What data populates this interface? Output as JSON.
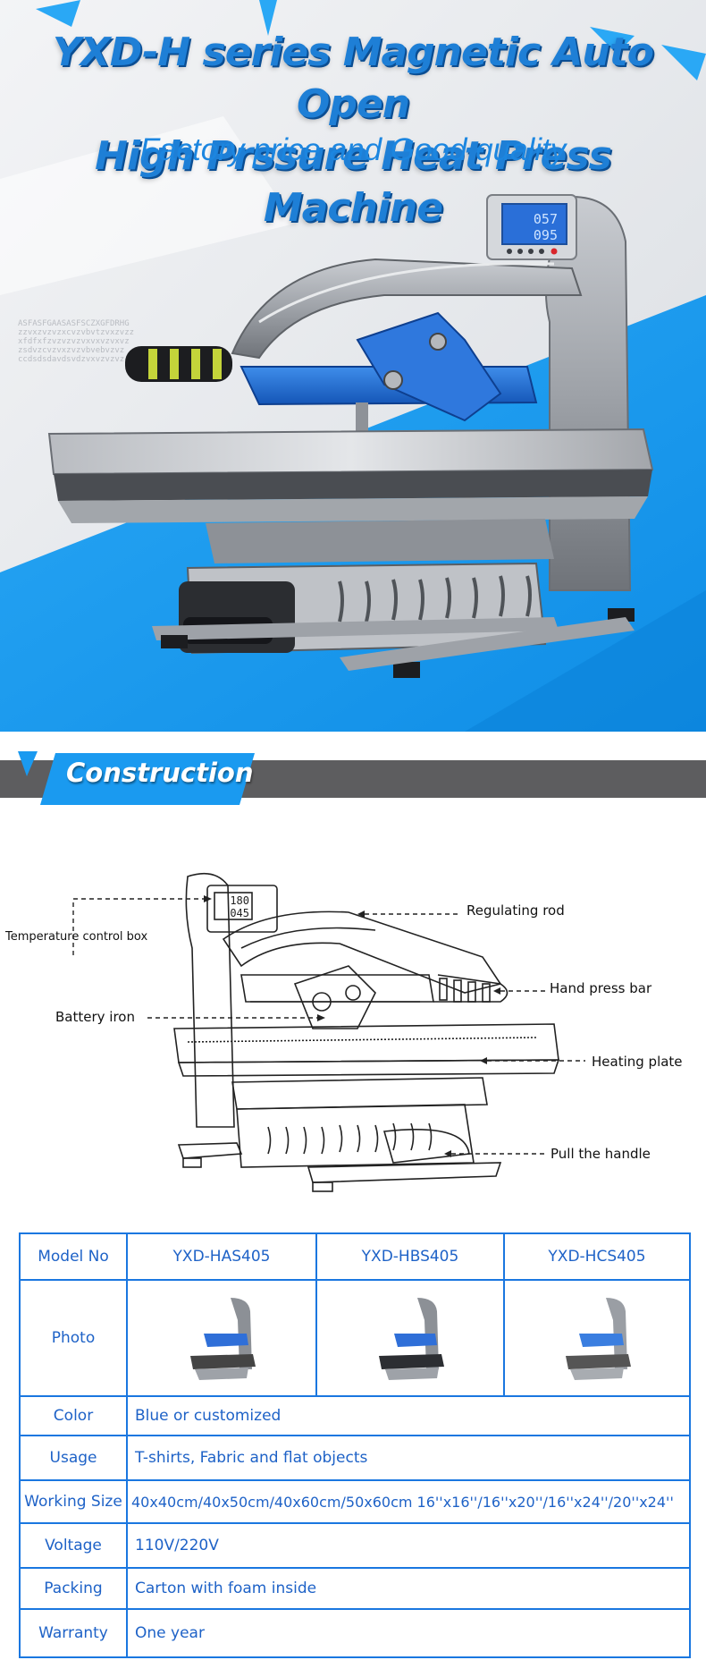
{
  "hero": {
    "title_line1": "YXD-H series Magnetic Auto Open",
    "title_line2": "High Prssure Heat Press Machine",
    "subtitle": "Factory price and Good quality",
    "display_top": "057",
    "display_bottom": "095"
  },
  "section": {
    "title": "Construction"
  },
  "construction": {
    "display_top": "180",
    "display_bottom": "045",
    "labels": {
      "temperature_control_box": "Temperature control box",
      "regulating_rod": "Regulating rod",
      "hand_press_bar": "Hand press bar",
      "battery_iron": "Battery iron",
      "heating_plate": "Heating plate",
      "pull_handle": "Pull the handle"
    }
  },
  "spec_table": {
    "rows": {
      "model": {
        "label": "Model No",
        "values": [
          "YXD-HAS405",
          "YXD-HBS405",
          "YXD-HCS405"
        ]
      },
      "photo": {
        "label": "Photo"
      },
      "color": {
        "label": "Color",
        "value": "Blue or customized"
      },
      "usage": {
        "label": "Usage",
        "value": "T-shirts, Fabric and flat objects"
      },
      "working_size": {
        "label": "Working Size",
        "value": "40x40cm/40x50cm/40x60cm/50x60cm  16''x16''/16''x20''/16''x24''/20''x24''"
      },
      "voltage": {
        "label": "Voltage",
        "value": "110V/220V"
      },
      "packing": {
        "label": "Packing",
        "value": "Carton with foam inside"
      },
      "warranty": {
        "label": "Warranty",
        "value": "One year"
      }
    }
  },
  "colors": {
    "accent_blue": "#1a9af0",
    "title_blue": "#1e7fd6",
    "table_border": "#1a77e0",
    "table_text": "#1e62c7"
  }
}
